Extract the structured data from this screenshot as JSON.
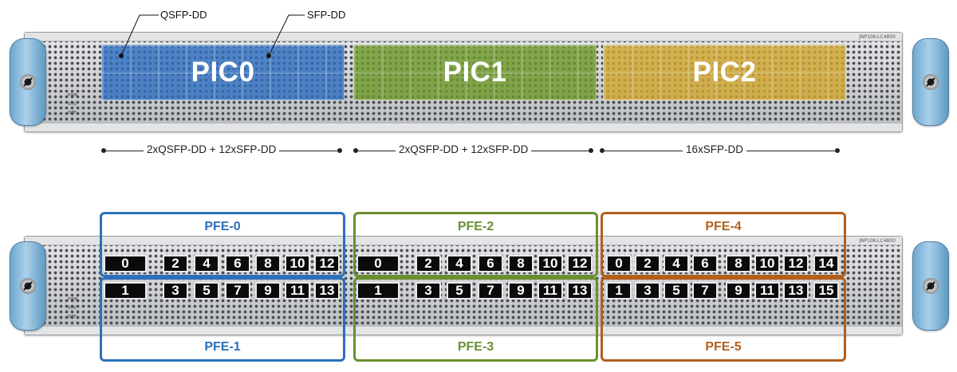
{
  "colors": {
    "pic0": "#2f6fc0",
    "pic1": "#6f9a2c",
    "pic2": "#d1a731",
    "pfe_blue": "#2c6fba",
    "pfe_green": "#6a8f33",
    "pfe_orange": "#b35f1c"
  },
  "chassis": {
    "model": "JNP10K-LC4800",
    "leds": [
      "PWR",
      "STS",
      "OFF"
    ]
  },
  "top_diagram": {
    "callouts": {
      "qsfp": "QSFP-DD",
      "sfp": "SFP-DD"
    },
    "pics": [
      {
        "label": "PIC0",
        "config": "2xQSFP-DD + 12xSFP-DD"
      },
      {
        "label": "PIC1",
        "config": "2xQSFP-DD + 12xSFP-DD"
      },
      {
        "label": "PIC2",
        "config": "16xSFP-DD"
      }
    ]
  },
  "bottom_diagram": {
    "pfes": [
      {
        "label": "PFE-0",
        "ports": [
          "0",
          "2",
          "4",
          "6",
          "8",
          "10",
          "12"
        ]
      },
      {
        "label": "PFE-1",
        "ports": [
          "1",
          "3",
          "5",
          "7",
          "9",
          "11",
          "13"
        ]
      },
      {
        "label": "PFE-2",
        "ports": [
          "0",
          "2",
          "4",
          "6",
          "8",
          "10",
          "12"
        ]
      },
      {
        "label": "PFE-3",
        "ports": [
          "1",
          "3",
          "5",
          "7",
          "9",
          "11",
          "13"
        ]
      },
      {
        "label": "PFE-4",
        "ports": [
          "0",
          "2",
          "4",
          "6",
          "8",
          "10",
          "12",
          "14"
        ]
      },
      {
        "label": "PFE-5",
        "ports": [
          "1",
          "3",
          "5",
          "7",
          "9",
          "11",
          "13",
          "15"
        ]
      }
    ]
  }
}
